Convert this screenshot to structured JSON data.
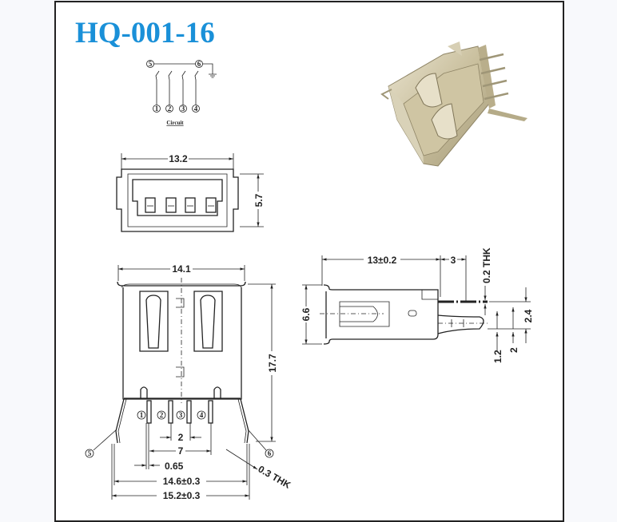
{
  "title": "HQ-001-16",
  "title_color": "#1a90d8",
  "circuit": {
    "label": "Circuit",
    "pins_top": [
      "5",
      "6"
    ],
    "pins_bottom": [
      "1",
      "2",
      "3",
      "4"
    ]
  },
  "top_view": {
    "width_dim": "13.2",
    "height_dim": "5.7"
  },
  "front_view": {
    "width_top": "14.1",
    "height": "17.7",
    "pin_pitch": "2",
    "pin_span": "7",
    "pin_width": "0.65",
    "leg_span_inner": "14.6±0.3",
    "leg_span_outer": "15.2±0.3",
    "leg_thickness": "0.3 THK",
    "pin_labels": [
      "1",
      "2",
      "3",
      "4"
    ],
    "leg_labels": [
      "5",
      "6"
    ]
  },
  "side_view": {
    "length": "13±0.2",
    "tail": "3",
    "thickness": "0.2 THK",
    "height": "6.6",
    "dim_2_4": "2.4",
    "dim_1_2": "1.2",
    "dim_2": "2"
  },
  "photo": {
    "description_icon": "usb-a-female-connector-photo"
  }
}
